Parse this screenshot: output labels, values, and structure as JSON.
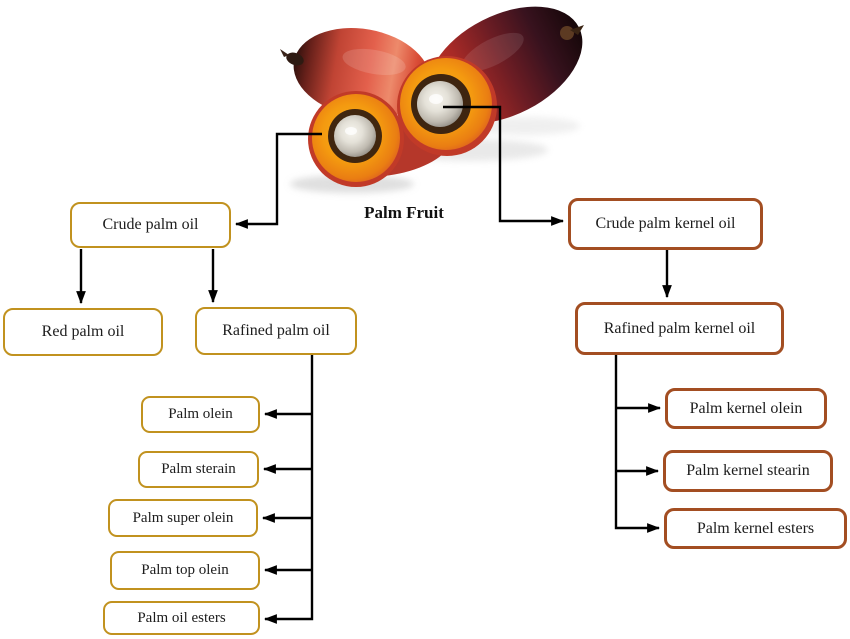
{
  "figure": {
    "caption": "Palm Fruit",
    "image_name": "palm-fruit-photo",
    "colors": {
      "palm_oil_branch_border": "#C1921F",
      "kernel_branch_border": "#A34E22",
      "connector_line": "#000000",
      "text": "#1C1C1C",
      "background": "#FFFFFF"
    },
    "nodes": {
      "crude_palm_oil": "Crude palm oil",
      "red_palm_oil": "Red palm oil",
      "rafined_palm_oil": "Rafined palm oil",
      "palm_olein": "Palm olein",
      "palm_sterain": "Palm sterain",
      "palm_super_olein": "Palm super olein",
      "palm_top_olein": "Palm top olein",
      "palm_oil_esters": "Palm oil esters",
      "crude_palm_kernel_oil": "Crude palm kernel oil",
      "rafined_palm_kernel_oil": "Rafined palm kernel oil",
      "palm_kernel_olein": "Palm kernel olein",
      "palm_kernel_stearin": "Palm kernel stearin",
      "palm_kernel_esters": "Palm kernel esters"
    }
  }
}
